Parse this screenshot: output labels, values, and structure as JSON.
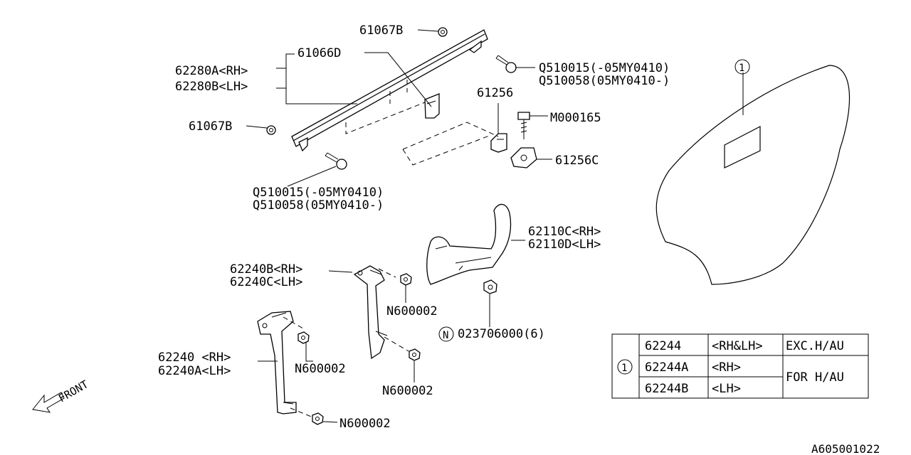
{
  "labels": {
    "p61067b_top": "61067B",
    "p61066d": "61066D",
    "p62280a": "62280A<RH>",
    "p62280b": "62280B<LH>",
    "q_top_1": "Q510015(-05MY0410)",
    "q_top_2": "Q510058(05MY0410-)",
    "p61256": "61256",
    "m000165": "M000165",
    "p61067b_left": "61067B",
    "p61256c": "61256C",
    "q_bot_1": "Q510015(-05MY0410)",
    "q_bot_2": "Q510058(05MY0410-)",
    "p62110c": "62110C<RH>",
    "p62110d": "62110D<LH>",
    "p62240b": "62240B<RH>",
    "p62240c": "62240C<LH>",
    "n600002_a": "N600002",
    "n023706000": "023706000(6)",
    "n_circle": "N",
    "p62240": "62240 <RH>",
    "p62240a": "62240A<LH>",
    "n600002_b": "N600002",
    "n600002_c": "N600002",
    "n600002_d": "N600002",
    "front": "FRONT",
    "callout_1": "1",
    "diagram_id": "A605001022"
  },
  "table": {
    "ref": "1",
    "rows": [
      {
        "part": "62244",
        "side": "<RH&LH>"
      },
      {
        "part": "62244A",
        "side": "<RH>"
      },
      {
        "part": "62244B",
        "side": "<LH>"
      }
    ],
    "note_1": "EXC.H/AU",
    "note_2": "FOR H/AU"
  }
}
